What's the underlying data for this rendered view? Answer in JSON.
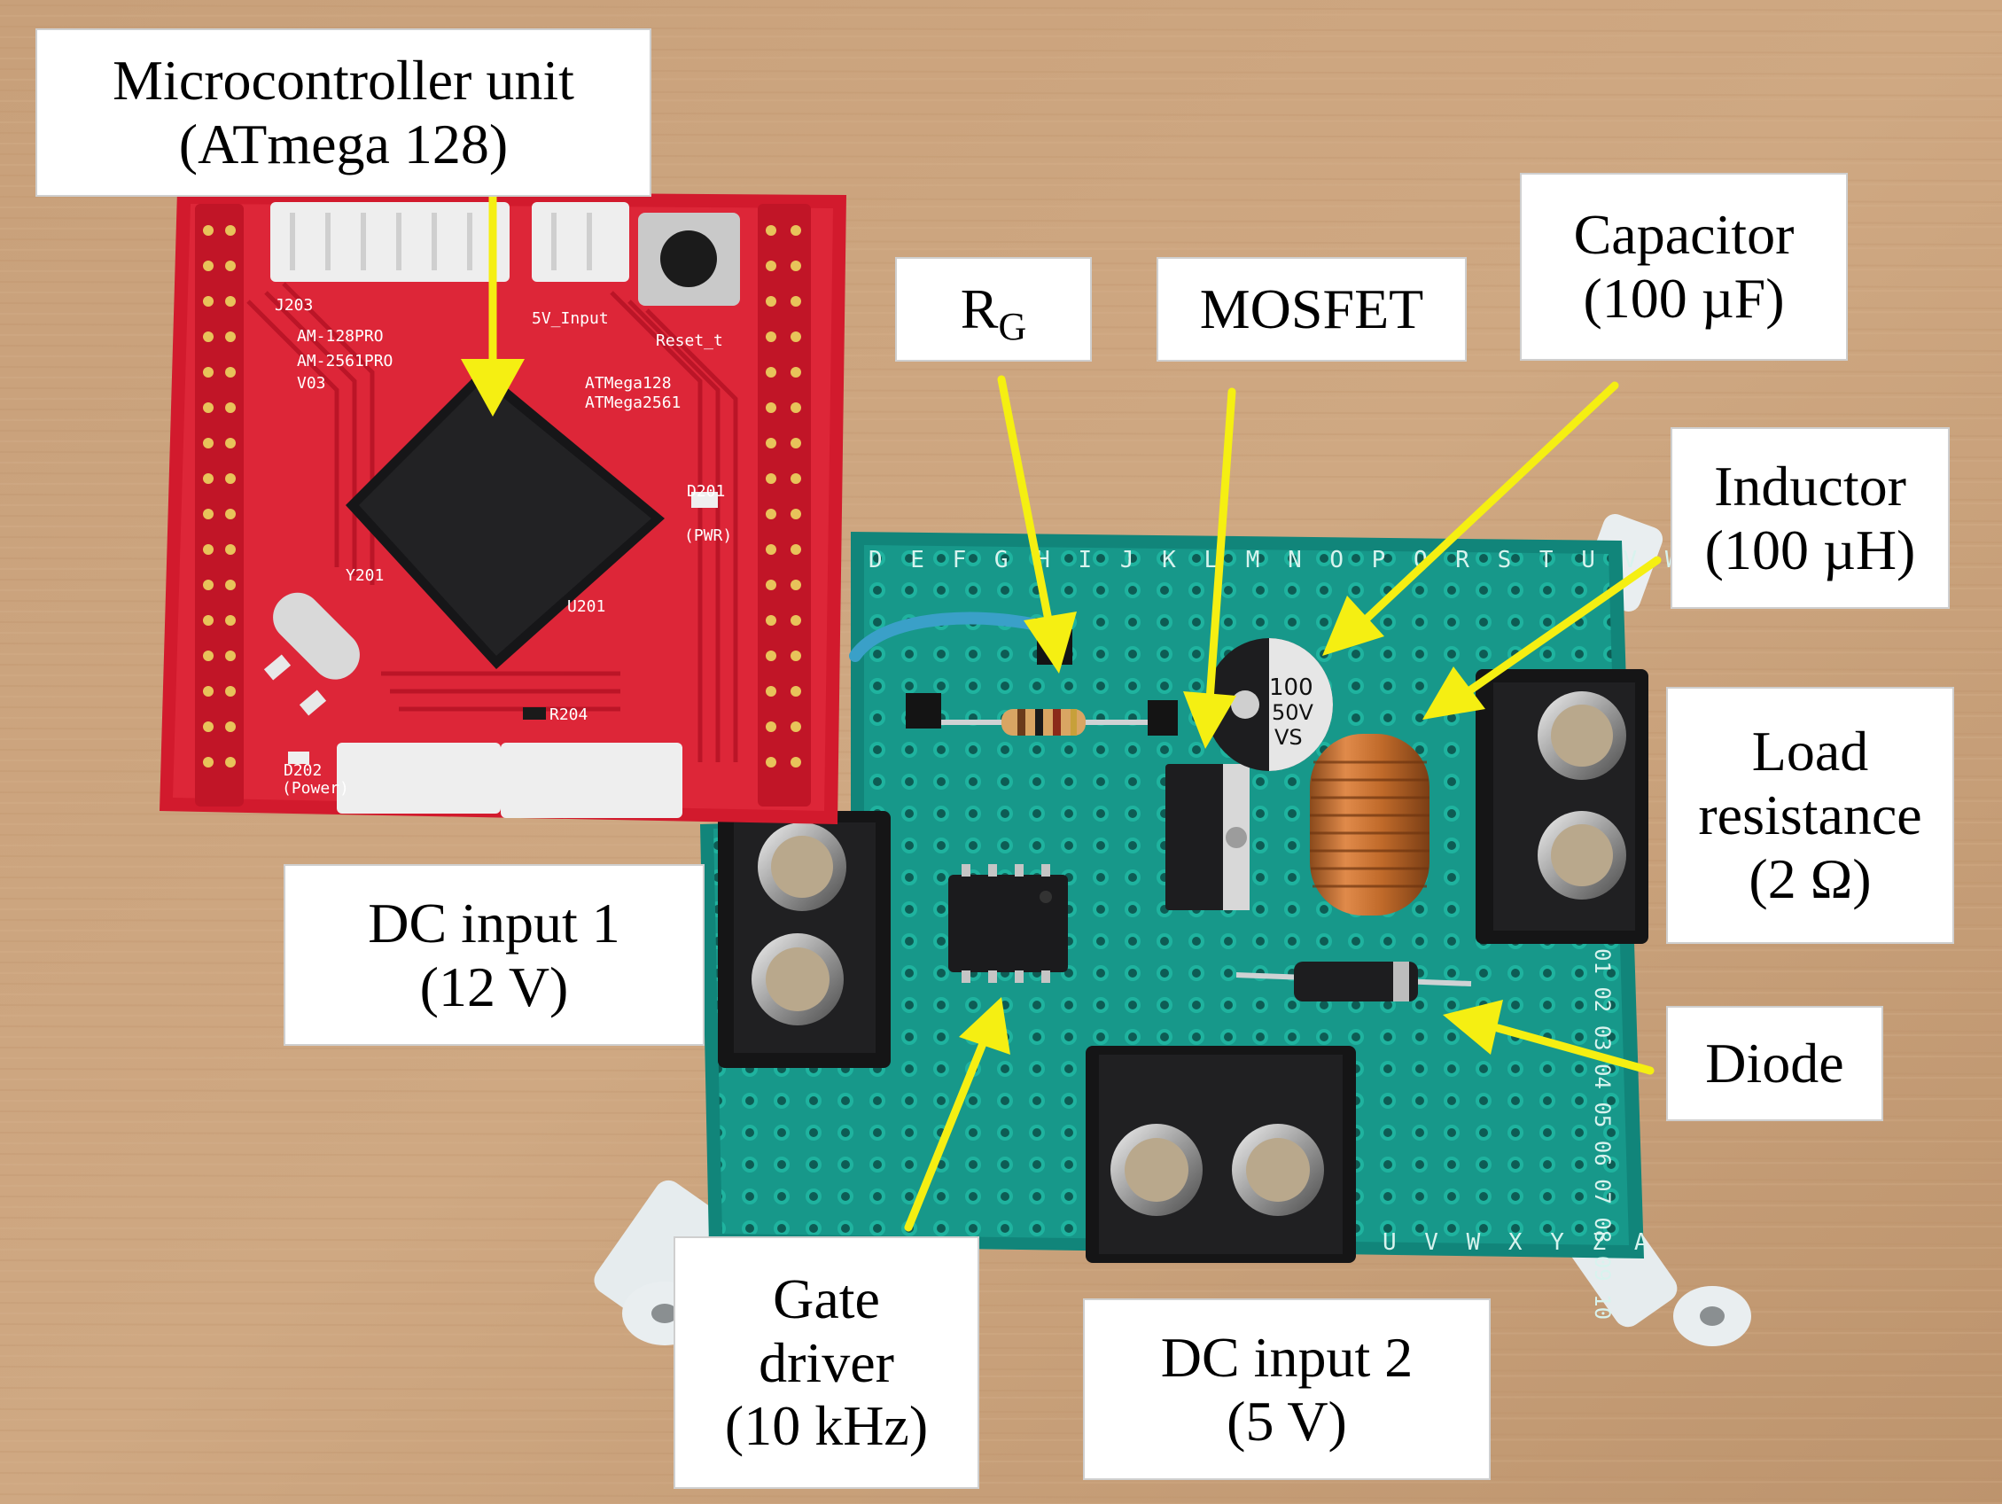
{
  "figure": {
    "description_free": true,
    "colors": {
      "table": "#c9a27e",
      "table_dark": "#b48a63",
      "pcb_red": "#d7192e",
      "pcb_green": "#1a9d8c",
      "arrow": "#f5ef12",
      "label_bg": "#ffffff",
      "label_border": "#cfcfcf"
    }
  },
  "labels": {
    "mcu": {
      "line1": "Microcontroller unit",
      "line2": "(ATmega 128)"
    },
    "rg": {
      "main": "R",
      "sub": "G"
    },
    "mosfet": {
      "line1": "MOSFET"
    },
    "capacitor": {
      "line1": "Capacitor",
      "line2": "(100 µF)"
    },
    "inductor": {
      "line1": "Inductor",
      "line2": "(100 µH)"
    },
    "load": {
      "line1": "Load",
      "line2": "resistance",
      "line3": "(2 Ω)"
    },
    "dc1": {
      "line1": "DC input 1",
      "line2": "(12 V)"
    },
    "diode": {
      "line1": "Diode"
    },
    "gate": {
      "line1": "Gate",
      "line2": "driver",
      "line3": "(10 kHz)"
    },
    "dc2": {
      "line1": "DC input 2",
      "line2": "(5 V)"
    }
  },
  "board_markings": {
    "columns": "D E F G H I J K L M N O P Q R S T U V W X Y Z A",
    "rows": "01 02 03 04 05 06 07 08 09 10",
    "mcu_text_1": "AM-128PRO",
    "mcu_text_2": "AM-2561PRO",
    "mcu_text_3": "ATMega128",
    "mcu_text_4": "ATMega2561",
    "mcu_text_5": "5V_Input",
    "mcu_text_6": "Reset_t",
    "mcu_text_7": "V03",
    "mcu_text_8": "J203",
    "mcu_text_9": "(PWR)",
    "mcu_text_10": "(Power)",
    "mcu_text_11": "D201",
    "mcu_text_12": "D202",
    "mcu_text_13": "R204",
    "mcu_text_14": "U201",
    "mcu_text_15": "Y201",
    "cap_text_1": "100",
    "cap_text_2": "50V",
    "cap_text_3": "VS"
  }
}
